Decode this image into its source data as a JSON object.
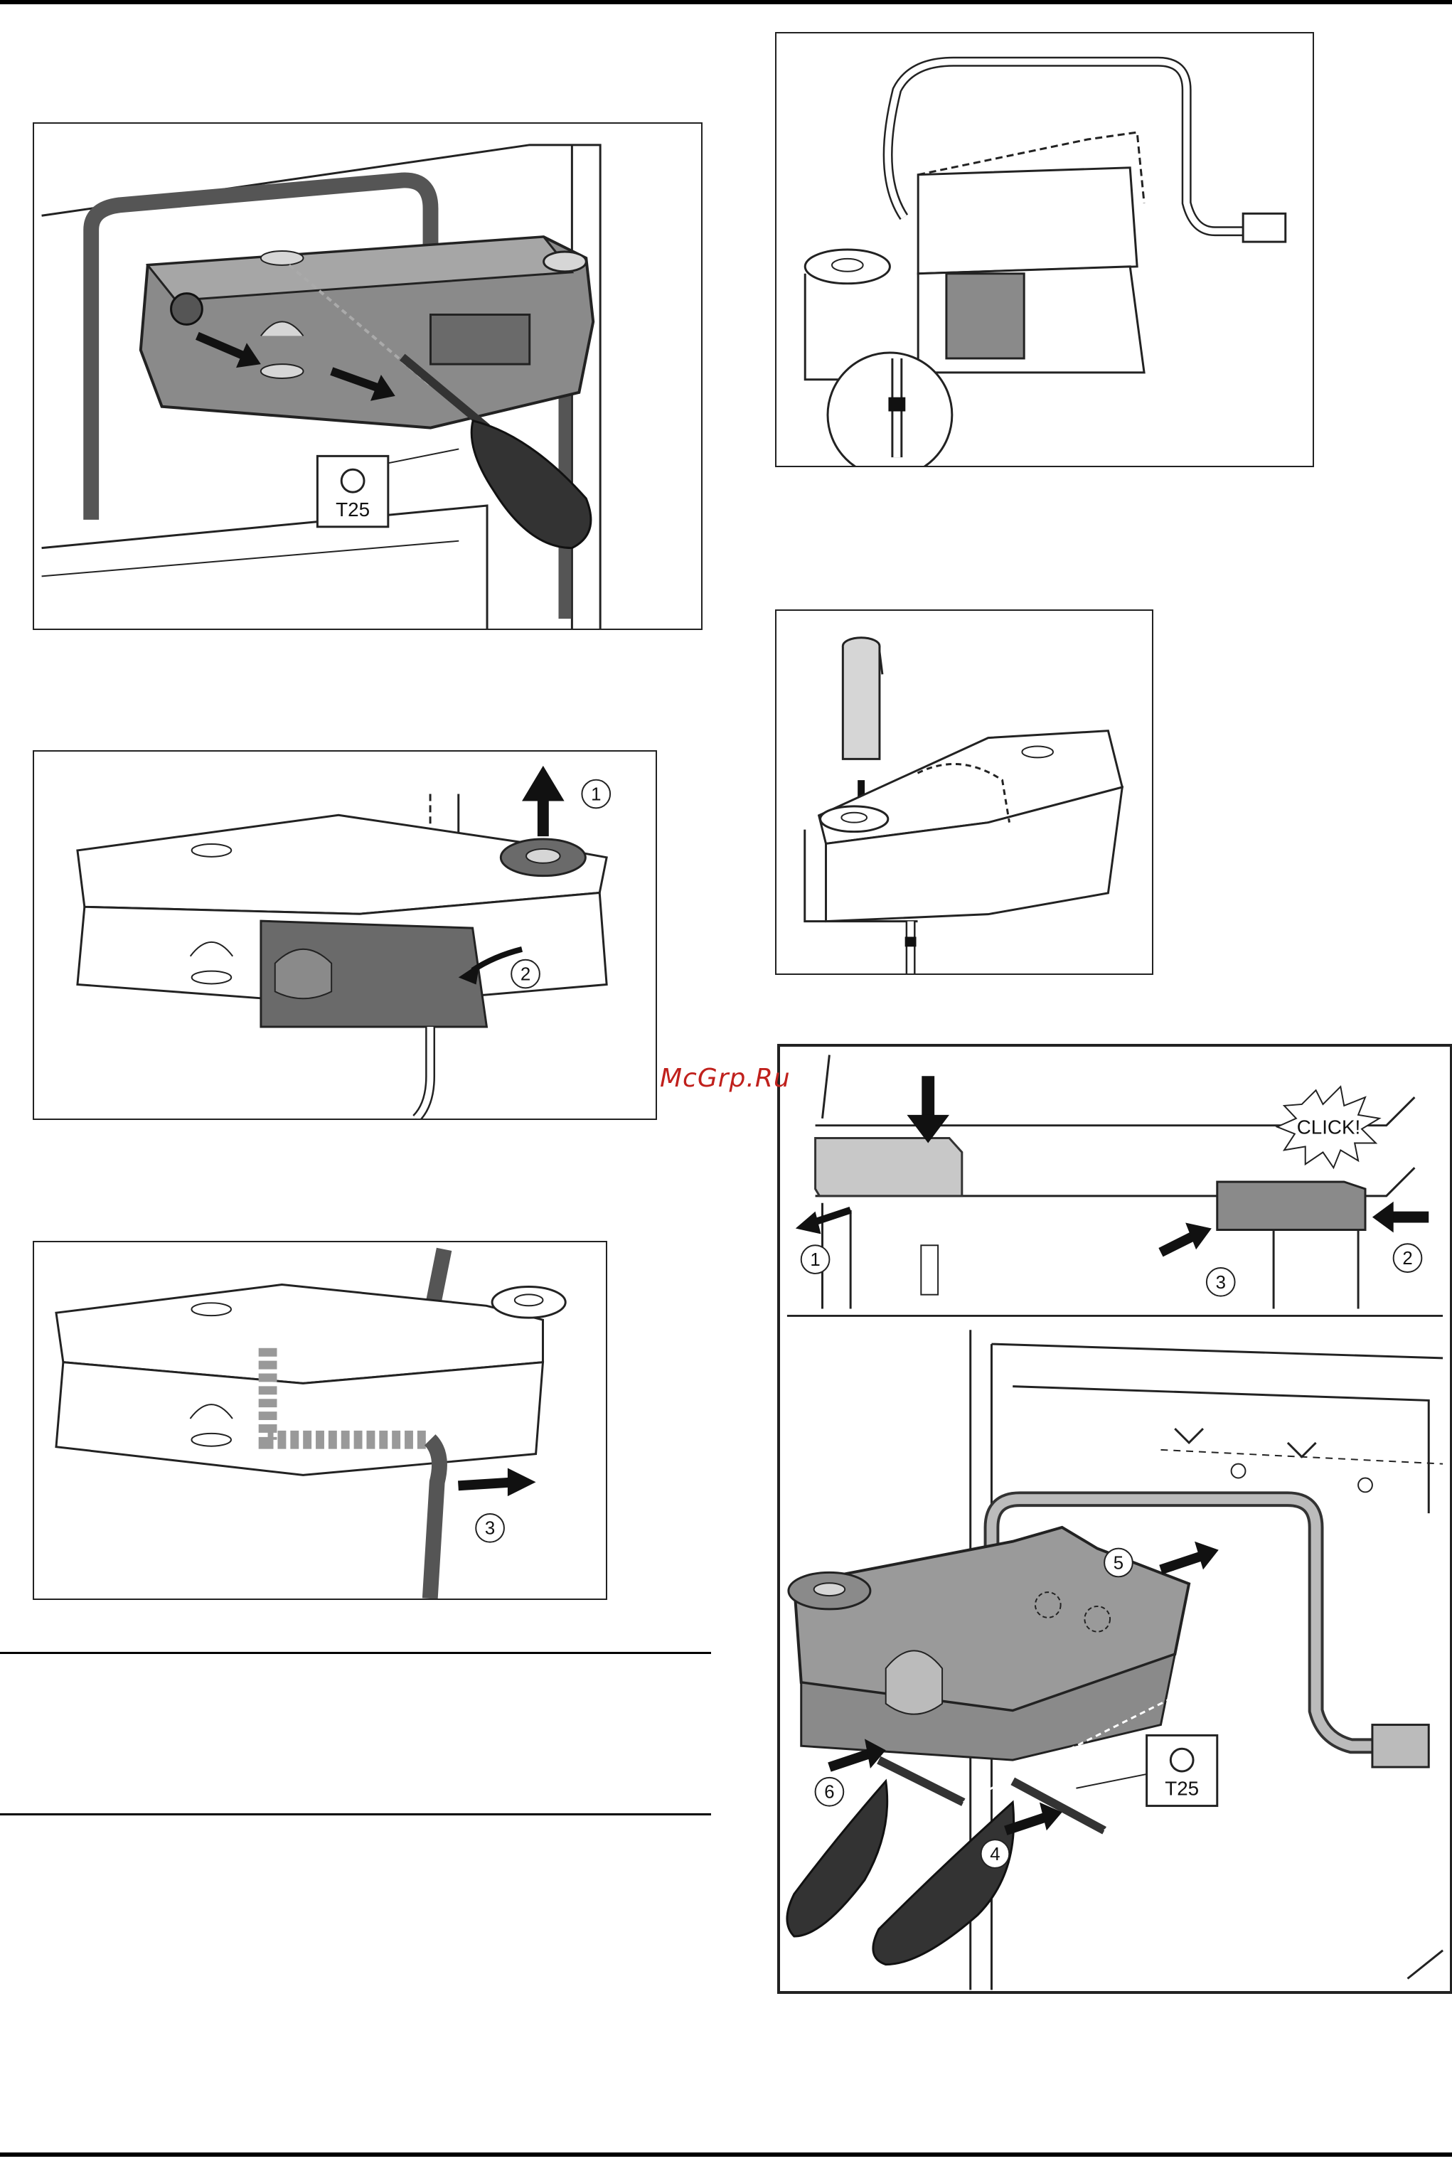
{
  "watermark": "McGrp.Ru",
  "figures": {
    "fig_a": {
      "tool": "T25"
    },
    "fig_b": {
      "step1": "1",
      "step2": "2"
    },
    "fig_c": {
      "step3": "3"
    },
    "fig_f": {
      "click": "CLICK!",
      "step1": "1",
      "step2": "2",
      "step3": "3",
      "step4": "4",
      "step5": "5",
      "step6": "6",
      "tool": "T25"
    }
  },
  "colors": {
    "metal": "#8a8a8a",
    "metal_dark": "#555555",
    "outline": "#222222",
    "handle": "#333333",
    "light": "#d6d6d6"
  }
}
